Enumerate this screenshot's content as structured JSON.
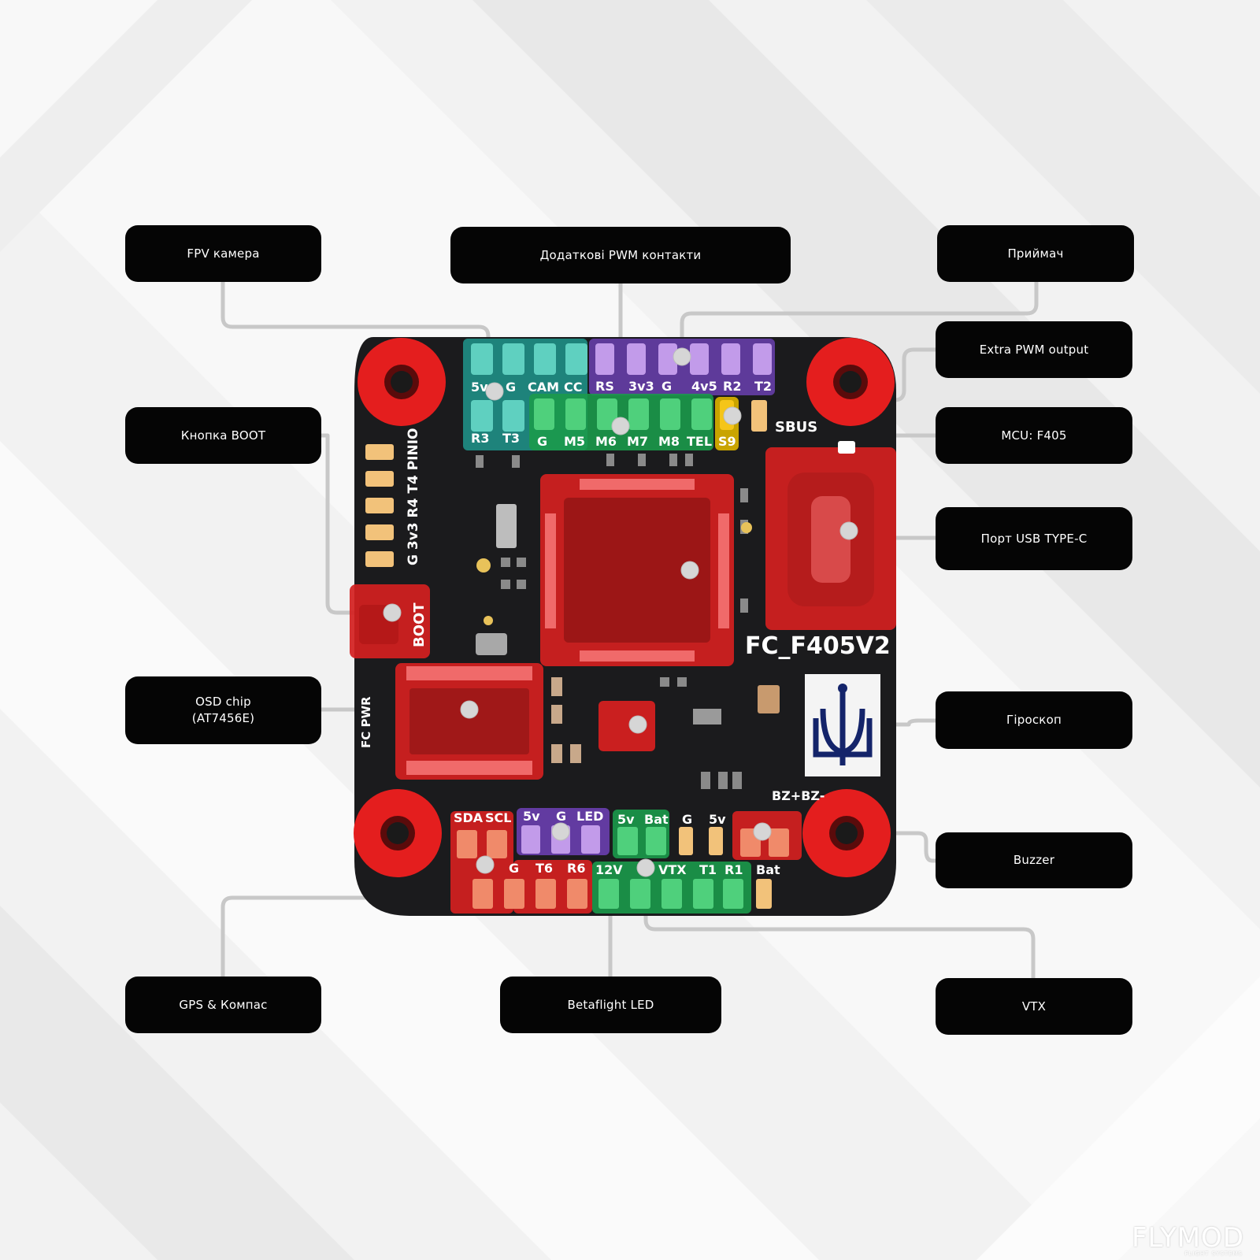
{
  "callouts": {
    "fpv_camera": "FPV камера",
    "extra_pwm_pins": "Додаткові PWM контакти",
    "receiver": "Приймач",
    "extra_pwm_output": "Extra PWM output",
    "boot_button": "Кнопка BOOT",
    "mcu": "MCU: F405",
    "usb_port": "Порт USB TYPE-C",
    "osd_chip": "OSD chip\n(AT7456E)",
    "gyroscope": "Гіроскоп",
    "buzzer": "Buzzer",
    "gps_compass": "GPS & Компас",
    "betaflight_led": "Betaflight LED",
    "vtx": "VTX"
  },
  "board": {
    "model": "FC_F405V2",
    "boot_label": "BOOT",
    "sbus_label": "SBUS",
    "buzzer_pads": "BZ+BZ-",
    "side_label": "G 3v3 R4 T4 PINIO",
    "fc_pwr": "FC PWR",
    "cam_labels": [
      "5v",
      "G",
      "CAM",
      "CC",
      "R3",
      "T3"
    ],
    "rx_labels": [
      "RS",
      "3v3",
      "G",
      "4v5",
      "R2",
      "T2"
    ],
    "motor_labels": [
      "G",
      "M5",
      "M6",
      "M7",
      "M8",
      "TEL",
      "S9"
    ],
    "gps_labels": [
      "SDA",
      "SCL",
      "G",
      "T6",
      "R6"
    ],
    "led_labels": [
      "5v",
      "G",
      "LED"
    ],
    "vtx_top_labels": [
      "5v",
      "Bat",
      "G",
      "5v"
    ],
    "vtx_labels": [
      "12V",
      "VTX",
      "T1",
      "R1",
      "Bat"
    ]
  },
  "colors": {
    "callout_bg": "#050505",
    "connector": "#c8c8c8",
    "pcb": "#1b1b1d",
    "mount": "#e41e1e",
    "highlight": "#d42020",
    "teal": "#4fbfb0",
    "purple": "#b07ee0",
    "green": "#3cc26a",
    "yellow": "#f5c518"
  },
  "watermark": {
    "brand": "FLYMOD",
    "tagline": "FLIGHT SYSTEMS"
  }
}
